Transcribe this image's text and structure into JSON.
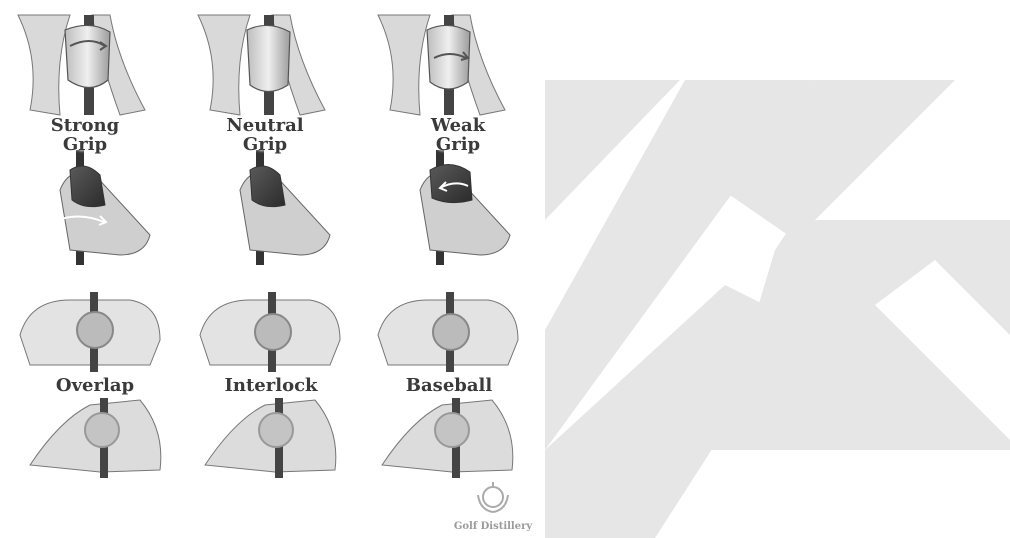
{
  "grip_positions": [
    {
      "line1": "Strong",
      "line2": "Grip"
    },
    {
      "line1": "Neutral",
      "line2": "Grip"
    },
    {
      "line1": "Weak",
      "line2": "Grip"
    }
  ],
  "grip_styles": [
    "Overlap",
    "Interlock",
    "Baseball"
  ],
  "brand": {
    "name": "Golf Distillery",
    "logo_icon": "laurel-ring-icon"
  },
  "watermark": {
    "icon": "k-watermark-icon",
    "color": "#e6e6e6"
  }
}
